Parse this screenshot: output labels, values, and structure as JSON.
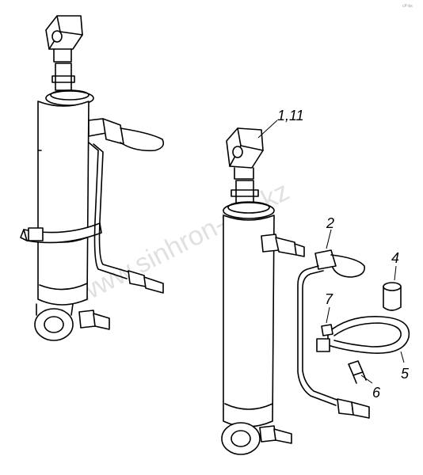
{
  "corner_mark": "сР-bs",
  "watermark": "www.sinhron-too.kz",
  "callouts": [
    {
      "id": "c-1-11",
      "text": "1,11"
    },
    {
      "id": "c-2",
      "text": "2"
    },
    {
      "id": "c-4",
      "text": "4"
    },
    {
      "id": "c-5",
      "text": "5"
    },
    {
      "id": "c-6",
      "text": "6"
    },
    {
      "id": "c-7",
      "text": "7"
    }
  ]
}
